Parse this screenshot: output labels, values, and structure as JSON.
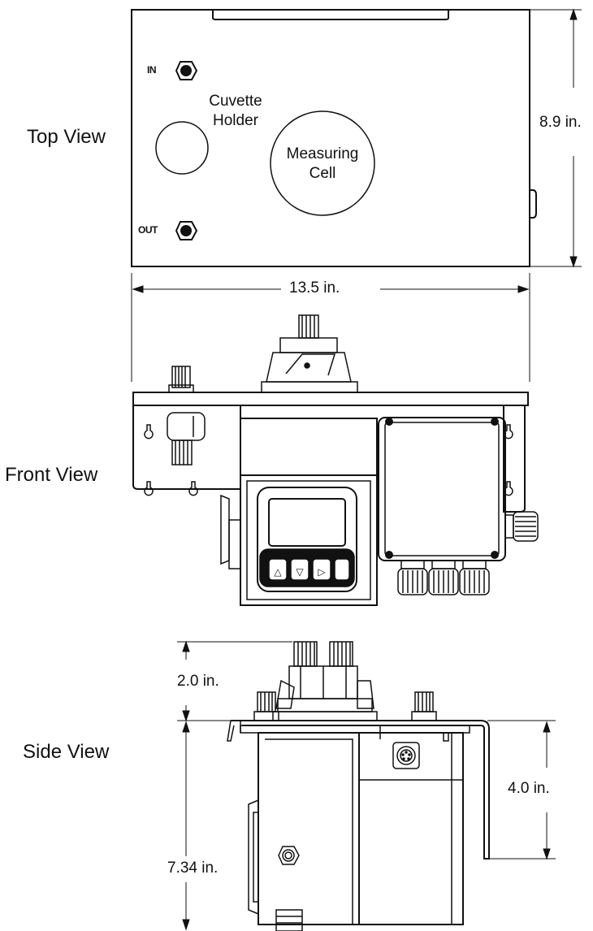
{
  "views": {
    "top": "Top View",
    "front": "Front View",
    "side": "Side View"
  },
  "top_view": {
    "in_label": "IN",
    "out_label": "OUT",
    "cuvette_line1": "Cuvette",
    "cuvette_line2": "Holder",
    "cell_line1": "Measuring",
    "cell_line2": "Cell"
  },
  "dimensions": {
    "height_top": "8.9 in.",
    "width": "13.5 in.",
    "side_upper": "2.0 in.",
    "side_depth": "4.0 in.",
    "side_body": "7.34 in."
  },
  "controller_buttons": [
    "△",
    "▽",
    "▷"
  ]
}
